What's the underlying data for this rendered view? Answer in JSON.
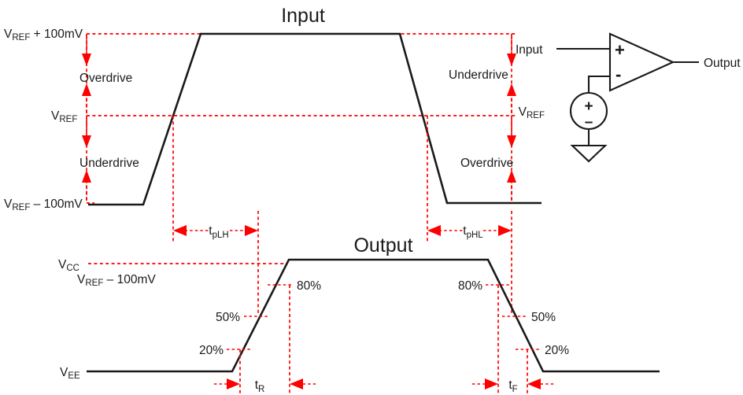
{
  "diagram": {
    "title_input": "Input",
    "title_output": "Output",
    "labels": {
      "v_ref_plus": {
        "base": "V",
        "sub": "REF",
        "tail": " + 100mV"
      },
      "v_ref": {
        "base": "V",
        "sub": "REF"
      },
      "v_ref_minus": {
        "base": "V",
        "sub": "REF",
        "tail": " – 100mV"
      },
      "v_cc": {
        "base": "V",
        "sub": "CC"
      },
      "v_ee": {
        "base": "V",
        "sub": "EE"
      },
      "v_ref_minus_output": {
        "base": "V",
        "sub": "REF",
        "tail": " – 100mV"
      }
    },
    "drive_labels": {
      "overdrive_left": "Overdrive",
      "underdrive_left": "Underdrive",
      "underdrive_right": "Underdrive",
      "overdrive_right": "Overdrive"
    },
    "timing": {
      "t_plh": {
        "base": "t",
        "sub": "pLH"
      },
      "t_phl": {
        "base": "t",
        "sub": "pHL"
      },
      "t_r": {
        "base": "t",
        "sub": "R"
      },
      "t_f": {
        "base": "t",
        "sub": "F"
      }
    },
    "percent_markers": {
      "rise_80": "80%",
      "rise_50": "50%",
      "rise_20": "20%",
      "fall_80": "80%",
      "fall_50": "50%",
      "fall_20": "20%"
    },
    "circuit": {
      "input_label": "Input",
      "output_label": "Output",
      "vref_label": {
        "base": "V",
        "sub": "REF"
      },
      "plus_terminal": "+",
      "minus_terminal": "-",
      "source_plus": "+",
      "source_minus": "–"
    },
    "colors": {
      "waveform": "#1a1a1a",
      "annotation": "#ff0000",
      "background": "#ffffff"
    }
  }
}
